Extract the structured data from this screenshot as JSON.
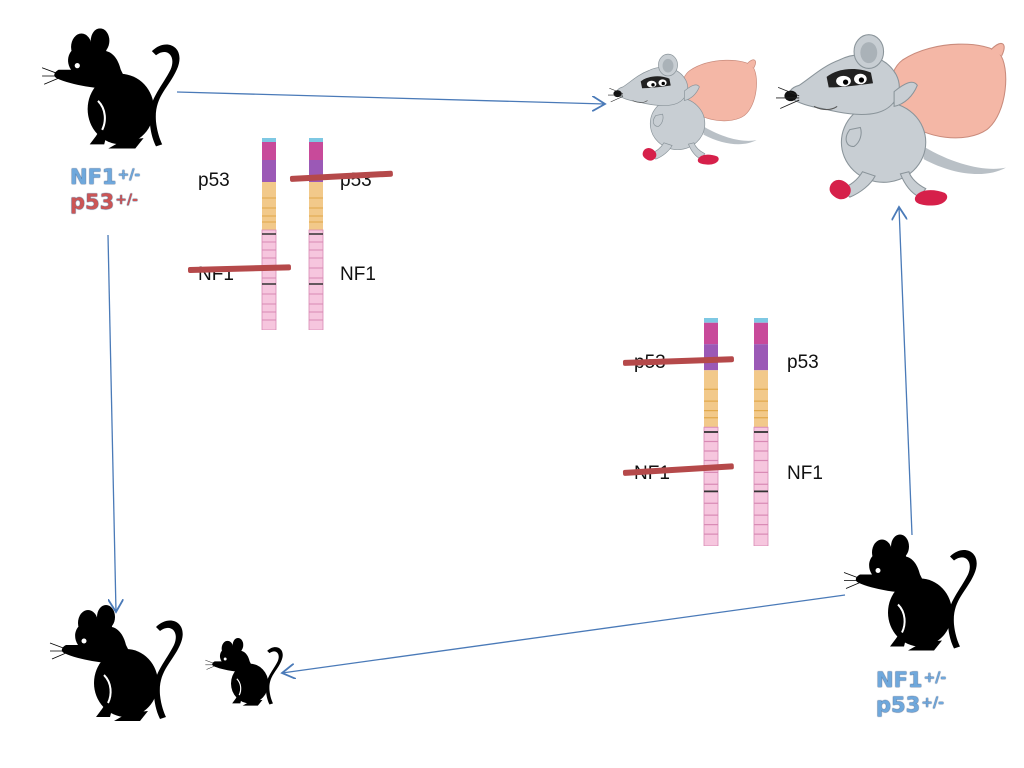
{
  "top_left_genotype": {
    "nf1": "NF1",
    "nf1_sup": "+/-",
    "p53": "p53",
    "p53_sup": "+/-"
  },
  "bottom_right_genotype": {
    "nf1": "NF1",
    "nf1_sup": "+/-",
    "p53": "p53",
    "p53_sup": "+/-"
  },
  "chromosome_set_1": {
    "left_p53": "p53",
    "right_p53": "p53",
    "left_nf1": "NF1",
    "right_nf1": "NF1"
  },
  "chromosome_set_2": {
    "left_p53": "p53",
    "right_p53": "p53",
    "left_nf1": "NF1",
    "right_nf1": "NF1"
  },
  "colors": {
    "arrow": "#4a7ab8",
    "strike": "#b5494a",
    "mouse": "#000000",
    "thief_body": "#c8ced3",
    "sack": "#f4b7a6"
  }
}
